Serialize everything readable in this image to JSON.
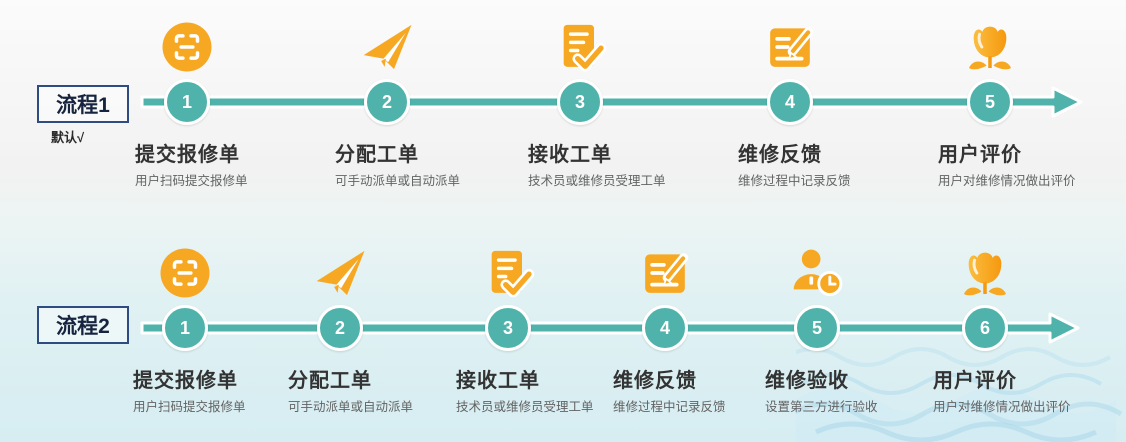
{
  "colors": {
    "timeline_teal": "#4FB3AC",
    "icon_orange": "#F7A823",
    "label_border_navy": "#2E4B82",
    "title_text": "#333333",
    "desc_text": "#636363"
  },
  "flows": [
    {
      "label": "流程1",
      "note": "默认√",
      "steps": [
        {
          "num": "1",
          "title": "提交报修单",
          "desc": "用户扫码提交报修单",
          "icon": "scan-icon"
        },
        {
          "num": "2",
          "title": "分配工单",
          "desc": "可手动派单或自动派单",
          "icon": "paper-plane-icon"
        },
        {
          "num": "3",
          "title": "接收工单",
          "desc": "技术员或维修员受理工单",
          "icon": "document-check-icon"
        },
        {
          "num": "4",
          "title": "维修反馈",
          "desc": "维修过程中记录反馈",
          "icon": "document-edit-icon"
        },
        {
          "num": "5",
          "title": "用户评价",
          "desc": "用户对维修情况做出评价",
          "icon": "tulip-icon"
        }
      ]
    },
    {
      "label": "流程2",
      "note": "",
      "steps": [
        {
          "num": "1",
          "title": "提交报修单",
          "desc": "用户扫码提交报修单",
          "icon": "scan-icon"
        },
        {
          "num": "2",
          "title": "分配工单",
          "desc": "可手动派单或自动派单",
          "icon": "paper-plane-icon"
        },
        {
          "num": "3",
          "title": "接收工单",
          "desc": "技术员或维修员受理工单",
          "icon": "document-check-icon"
        },
        {
          "num": "4",
          "title": "维修反馈",
          "desc": "维修过程中记录反馈",
          "icon": "document-edit-icon"
        },
        {
          "num": "5",
          "title": "维修验收",
          "desc": "设置第三方进行验收",
          "icon": "person-clock-icon"
        },
        {
          "num": "6",
          "title": "用户评价",
          "desc": "用户对维修情况做出评价",
          "icon": "tulip-icon"
        }
      ]
    }
  ]
}
